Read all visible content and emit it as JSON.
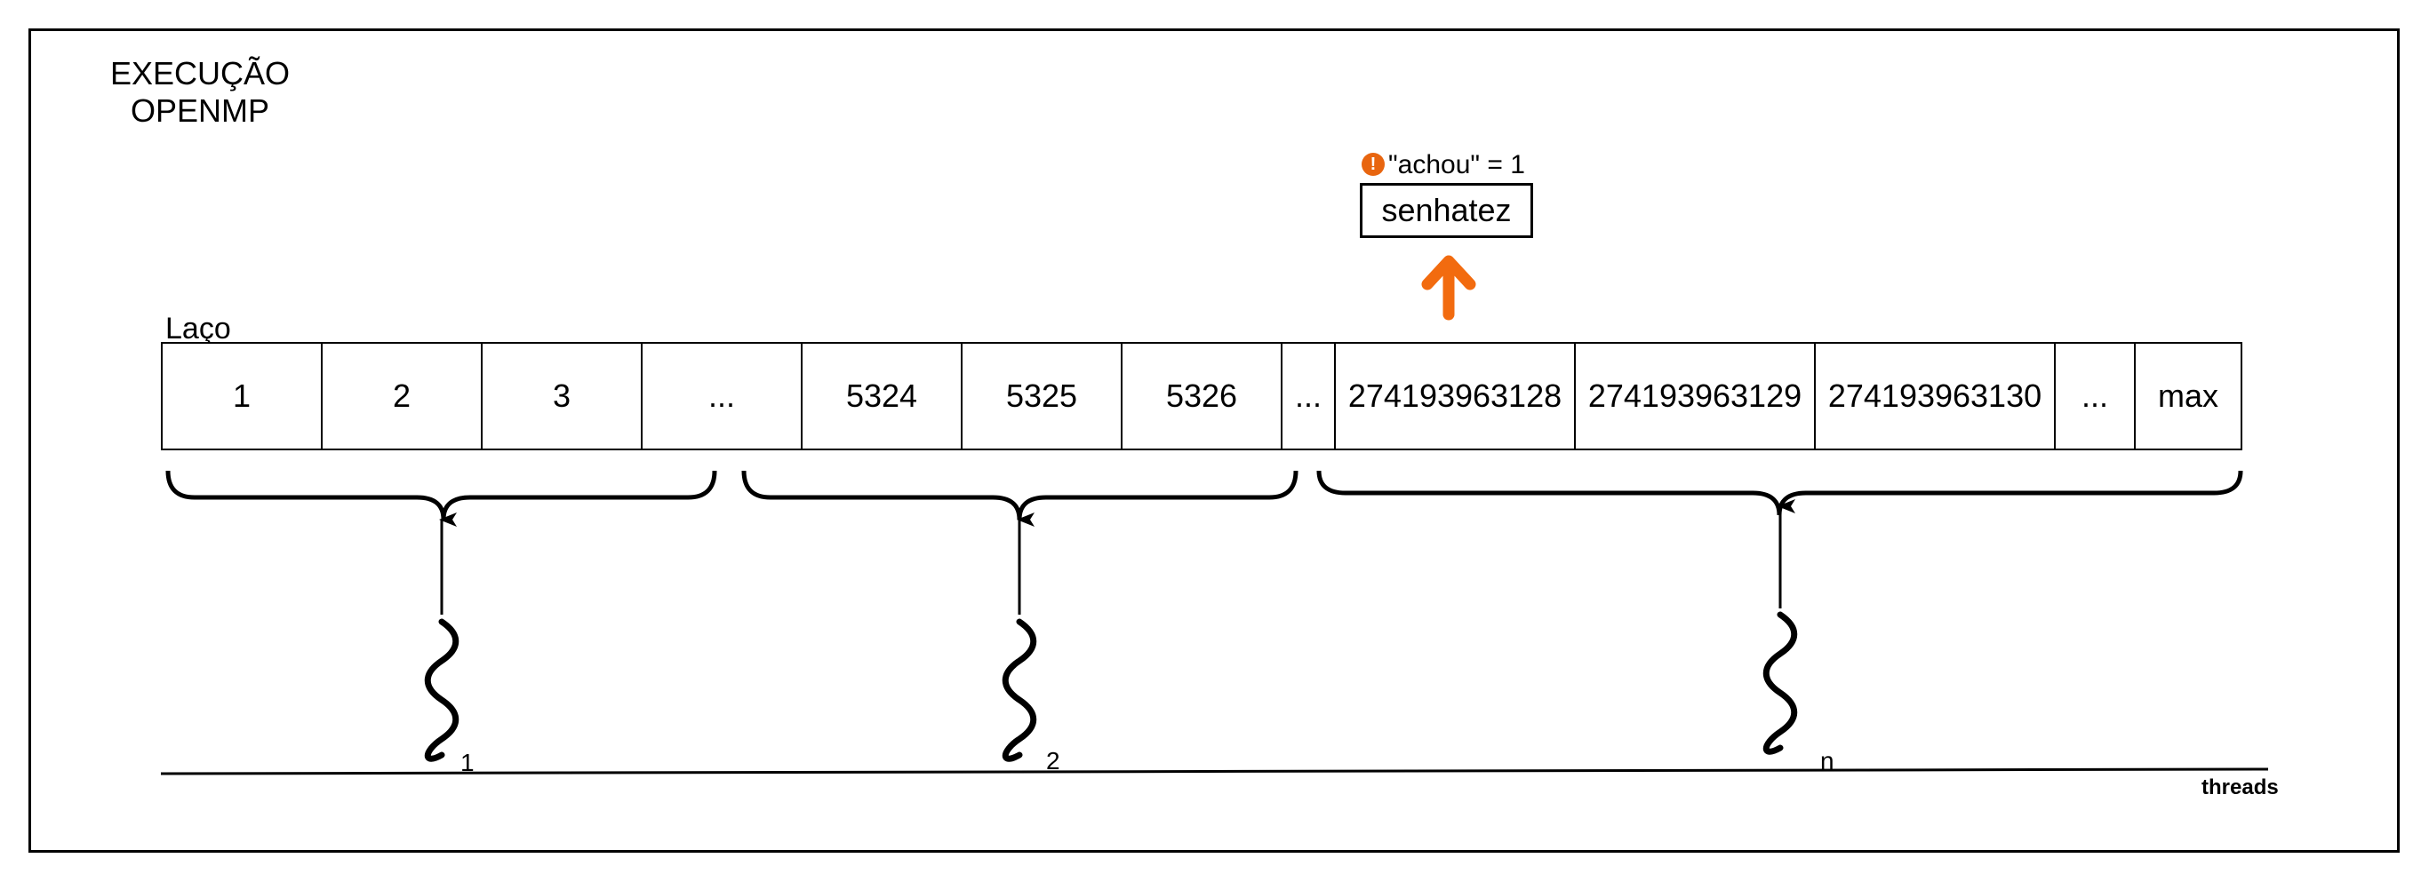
{
  "diagram": {
    "title_lines": [
      "EXECUÇÃO",
      "OPENMP"
    ],
    "loop_label": "Laço",
    "loop_cells": [
      "1",
      "2",
      "3",
      "...",
      "5324",
      "5325",
      "5326",
      "...",
      "274193963128",
      "274193963129",
      "274193963130",
      "...",
      "max"
    ],
    "result": {
      "value": "senhatez",
      "flag_text": "\"achou\" = 1",
      "flag_icon": "warning-icon",
      "accent_color": "#f26b0f"
    },
    "threads": [
      {
        "label": "1"
      },
      {
        "label": "2"
      },
      {
        "label": "n"
      }
    ],
    "axis_label": "threads"
  }
}
